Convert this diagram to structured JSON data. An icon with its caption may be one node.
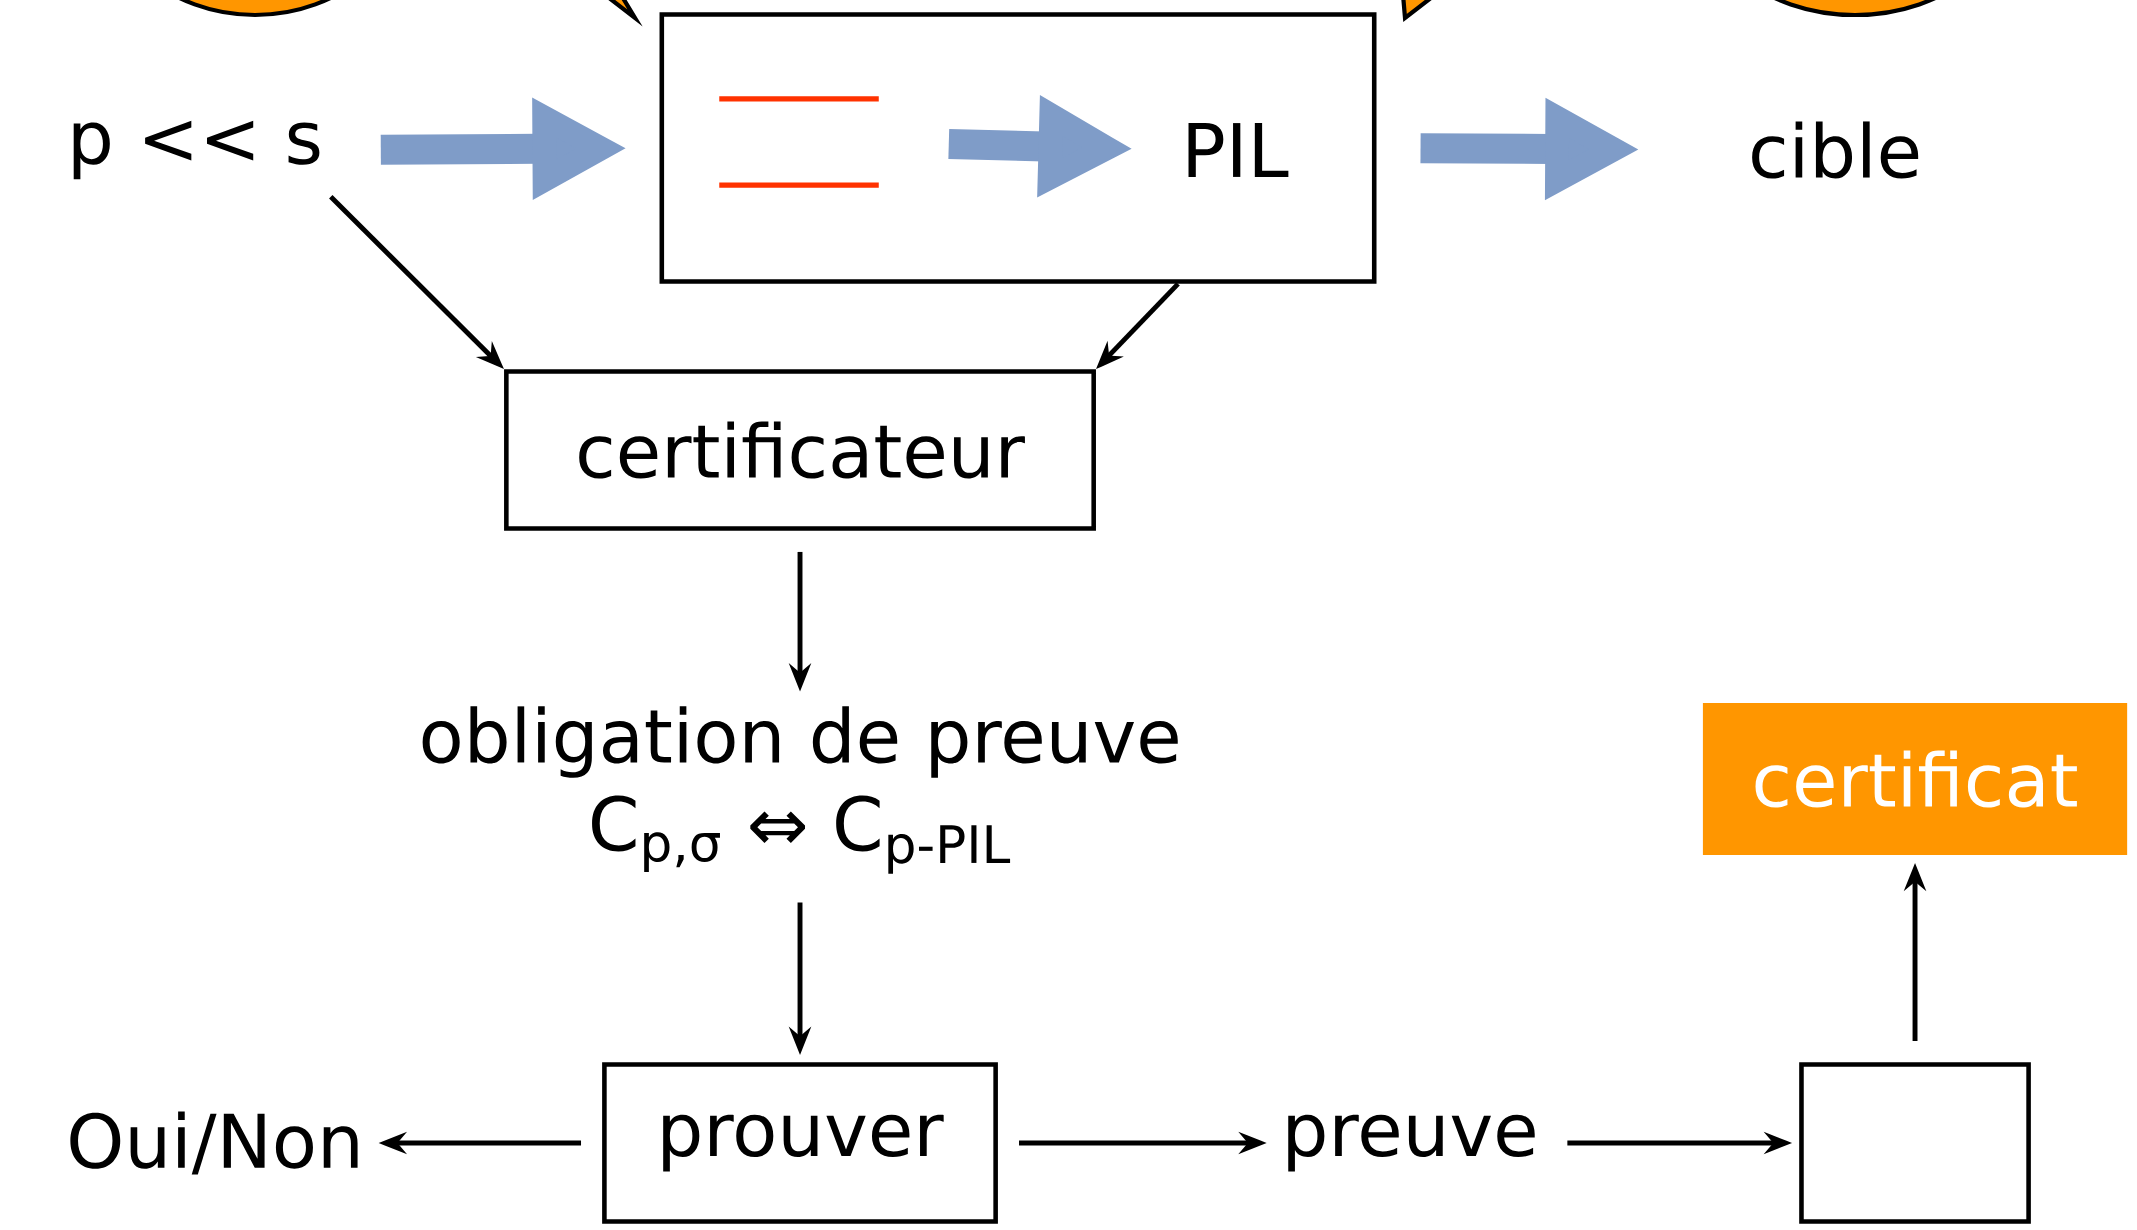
{
  "diagram": {
    "nodes": [
      {
        "text": [
          "p << s"
        ]
      },
      {
        "text": [],
        "shape": "box"
      },
      {
        "text": [],
        "shape": "bar",
        "in": 1
      },
      {
        "text": [
          "PIL"
        ],
        "in": 1
      },
      {
        "text": [
          "cible"
        ]
      },
      {
        "text": [
          "certificateur"
        ]
      },
      {
        "text": [
          "obligation de preuve",
          "C$_{p,σ}$ ⇔ C$_{p-PIL}$"
        ]
      },
      {
        "text": [
          "Oui/Non"
        ]
      },
      {
        "text": [
          "prouver"
        ]
      },
      {
        "text": [
          "preuve"
        ]
      },
      {
        "text": [],
        "shape": "box"
      },
      {
        "text": [
          "certificat"
        ]
      }
    ],
    "edges": [
      {
        "from": 0,
        "to": 1,
        "arrow": "to",
        "style": "thick",
        "color": "#7f9cc8"
      },
      {
        "from": 2,
        "to": 3,
        "arrow": "to",
        "style": "thick",
        "color": "#7f9cc8"
      },
      {
        "from": 1,
        "to": 4,
        "arrow": "to",
        "style": "thick",
        "color": "#7f9cc8"
      },
      {
        "from": 0,
        "to": 5,
        "arrow": "to"
      },
      {
        "from": 1,
        "to": 5,
        "arrow": "to"
      },
      {
        "from": 5,
        "to": 6,
        "arrow": "to"
      },
      {
        "from": 6,
        "to": 8,
        "arrow": "to"
      },
      {
        "from": 8,
        "to": 7,
        "arrow": "to"
      },
      {
        "from": 8,
        "to": 9,
        "arrow": "to"
      },
      {
        "from": 9,
        "to": 10,
        "arrow": "to"
      },
      {
        "from": 10,
        "to": 11,
        "arrow": "to"
      }
    ]
  }
}
